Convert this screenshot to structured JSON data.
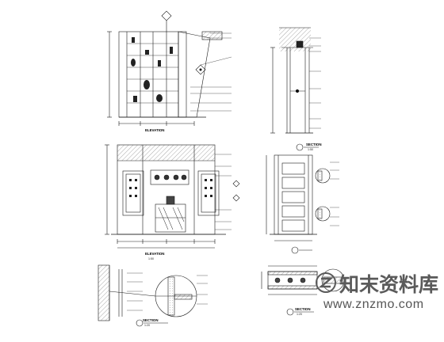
{
  "drawing": {
    "elevation_labels": [
      "ELEVATION",
      "ELEVATION"
    ],
    "section_labels": [
      "SECTION",
      "SECTION",
      "SECTION"
    ],
    "scales": [
      "1:50",
      "1:50",
      "1:20",
      "1:20"
    ]
  },
  "watermark": {
    "brand": "知末资料库",
    "url": "www.znzmo.com"
  },
  "colors": {
    "line": "#1a1a1a",
    "hatch": "#555555",
    "watermark": "#5a5a5a"
  }
}
